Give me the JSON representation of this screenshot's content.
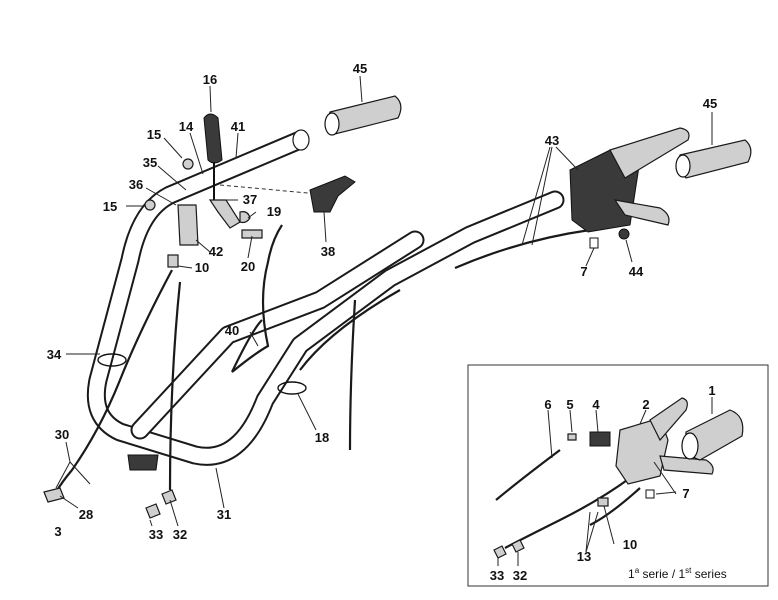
{
  "labels": {
    "n1": "1",
    "n2": "2",
    "n3": "3",
    "n4": "4",
    "n5": "5",
    "n6": "6",
    "n7a": "7",
    "n7b": "7",
    "n10a": "10",
    "n10b": "10",
    "n13": "13",
    "n14": "14",
    "n15a": "15",
    "n15b": "15",
    "n16": "16",
    "n18": "18",
    "n19": "19",
    "n20": "20",
    "n28": "28",
    "n30": "30",
    "n31": "31",
    "n32a": "32",
    "n32b": "32",
    "n33a": "33",
    "n33b": "33",
    "n34": "34",
    "n35": "35",
    "n36": "36",
    "n37": "37",
    "n38": "38",
    "n40": "40",
    "n41": "41",
    "n42": "42",
    "n43": "43",
    "n44": "44",
    "n45a": "45",
    "n45b": "45"
  },
  "inset": {
    "caption_a": "1",
    "caption_a_sup": "a",
    "caption_mid": " serie / 1",
    "caption_b_sup": "st",
    "caption_end": " series"
  }
}
